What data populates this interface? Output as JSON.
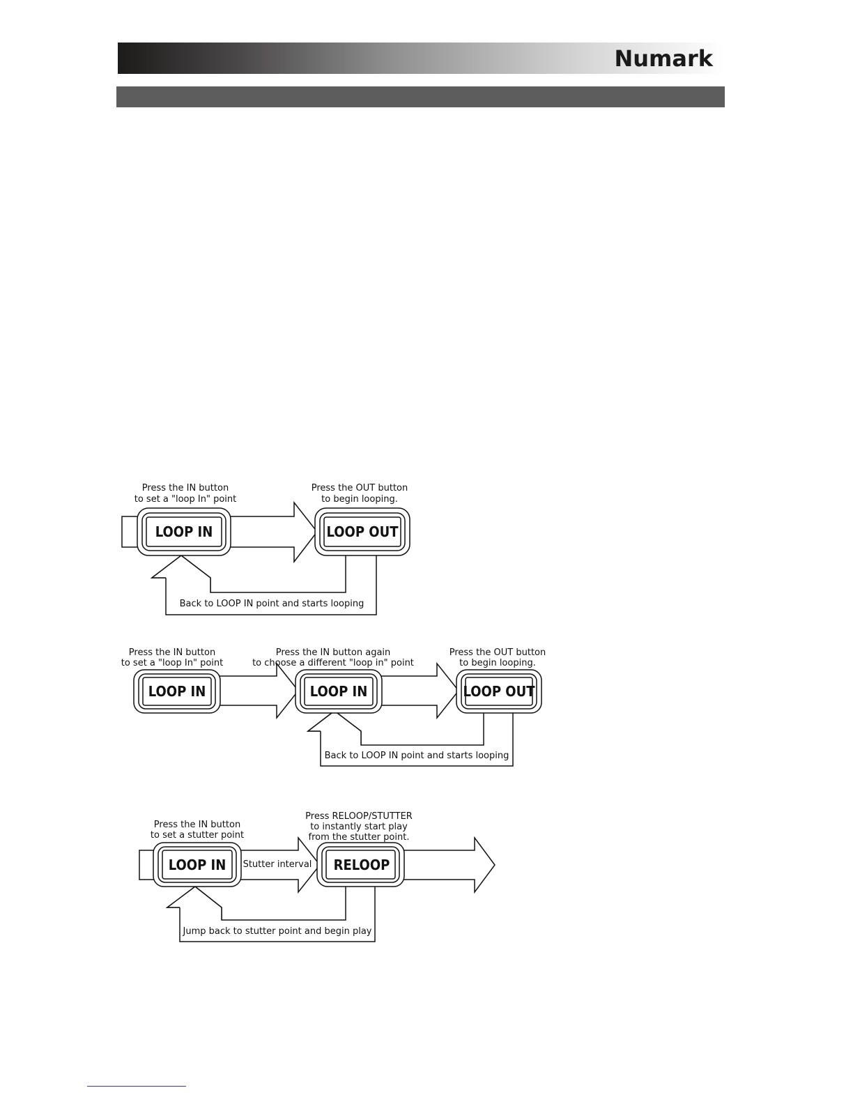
{
  "header": {
    "brand": "Numark"
  },
  "diagram1": {
    "caption_in": [
      "Press the IN button",
      "to set a \"loop In\" point"
    ],
    "caption_out": [
      "Press the OUT button",
      "to begin looping."
    ],
    "button_in": "LOOP IN",
    "button_out": "LOOP OUT",
    "return_label": "Back to LOOP IN point and starts looping"
  },
  "diagram2": {
    "caption_in": [
      "Press the IN button",
      "to set a \"loop In\" point"
    ],
    "caption_in_again": [
      "Press the IN button again",
      "to choose a different \"loop in\" point"
    ],
    "caption_out": [
      "Press the OUT button",
      "to begin looping."
    ],
    "button_in_1": "LOOP IN",
    "button_in_2": "LOOP IN",
    "button_out": "LOOP OUT",
    "return_label": "Back to LOOP IN point and starts looping"
  },
  "diagram3": {
    "caption_in": [
      "Press the IN button",
      "to set a stutter point"
    ],
    "caption_reloop": [
      "Press RELOOP/STUTTER",
      "to instantly start play",
      "from the stutter point."
    ],
    "button_in": "LOOP IN",
    "button_reloop": "RELOOP",
    "interval_label": "Stutter interval",
    "return_label": "Jump back to stutter point and begin play"
  }
}
